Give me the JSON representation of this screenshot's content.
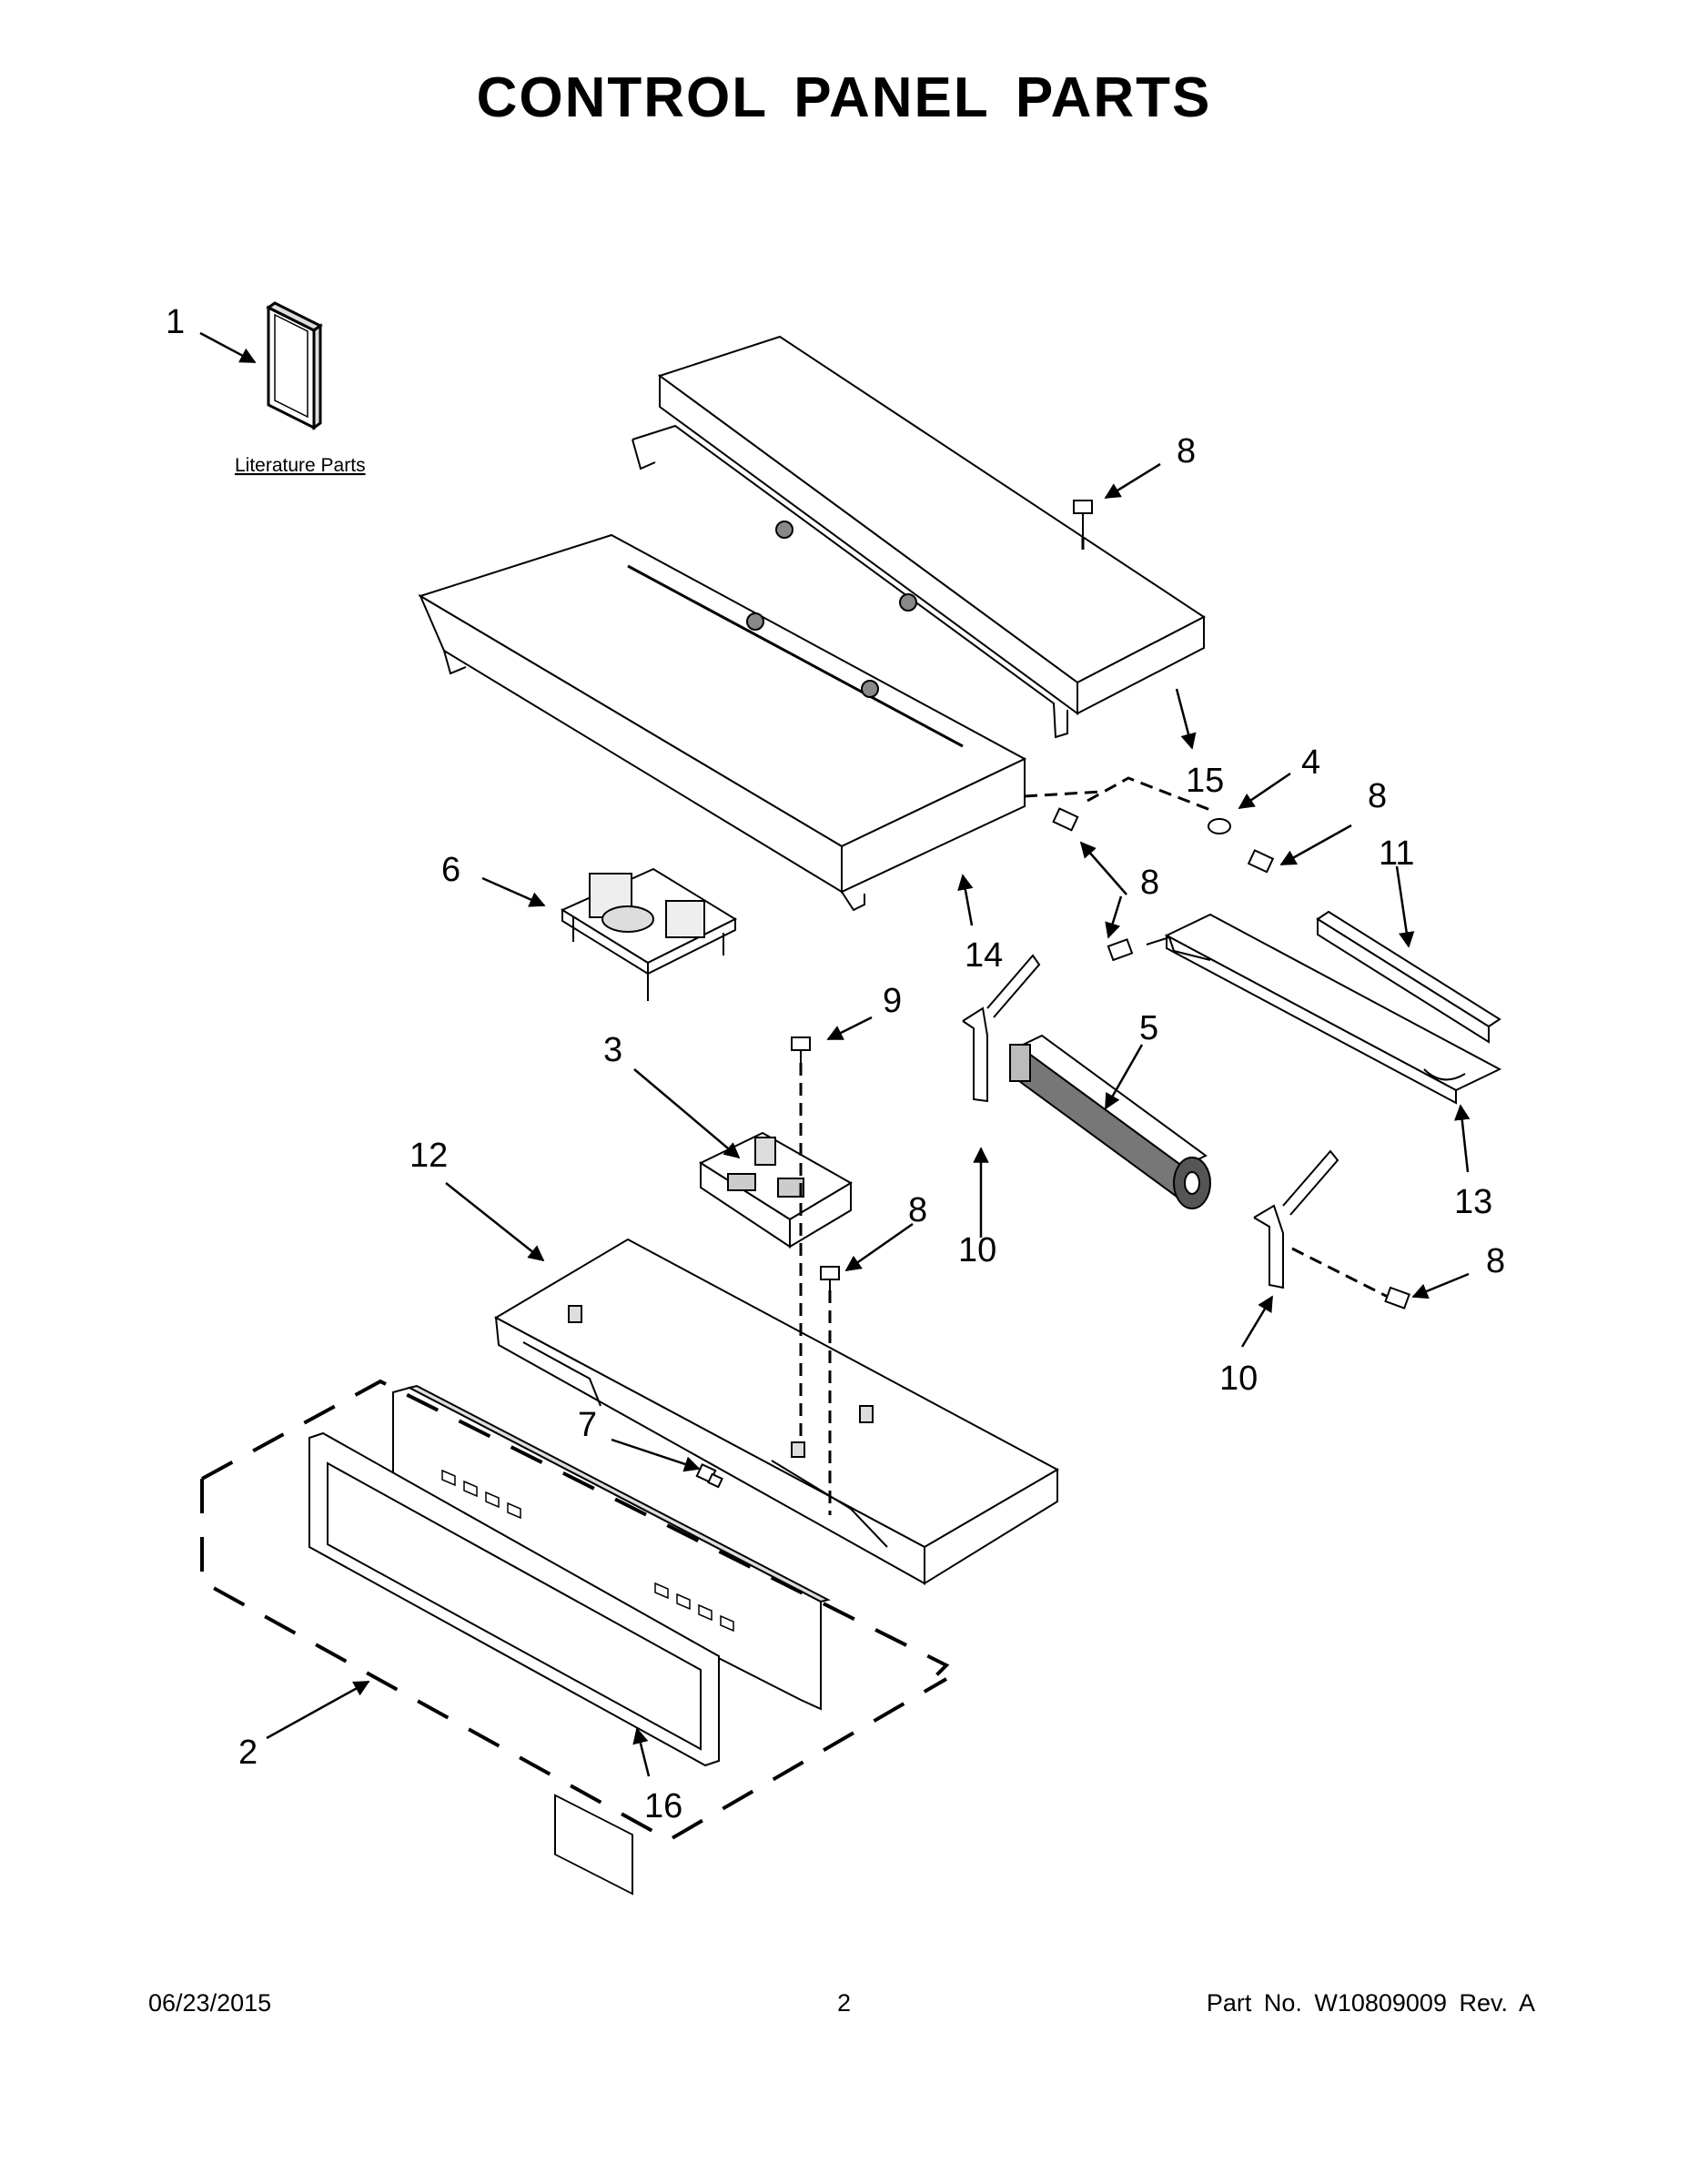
{
  "page": {
    "title": "CONTROL PANEL PARTS"
  },
  "literature": {
    "label": "Literature Parts"
  },
  "callouts": [
    "1",
    "2",
    "3",
    "4",
    "5",
    "6",
    "7",
    "8",
    "9",
    "10",
    "11",
    "12",
    "13",
    "14",
    "15",
    "16"
  ],
  "footer": {
    "date": "06/23/2015",
    "page_number": "2",
    "part_no": "Part No.  W10809009  Rev.  A"
  }
}
